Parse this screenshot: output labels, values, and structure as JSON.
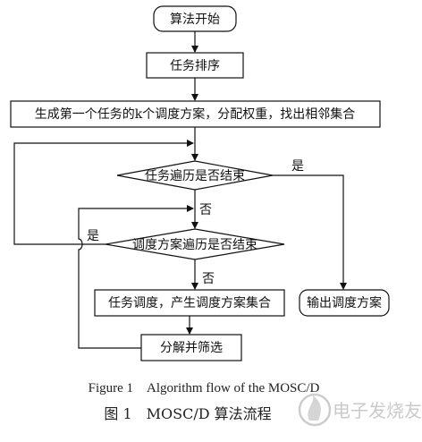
{
  "nodes": {
    "start": "算法开始",
    "sort": "任务排序",
    "generate": "生成第一个任务的k个调度方案，分配权重，找出相邻集合",
    "task_loop": "任务遍历是否结束",
    "scheme_loop": "调度方案遍历是否结束",
    "schedule": "任务调度，产生调度方案集合",
    "decompose": "分解并筛选",
    "output": "输出调度方案"
  },
  "edge_labels": {
    "task_yes": "是",
    "task_no": "否",
    "scheme_yes": "是",
    "scheme_no": "否"
  },
  "caption": {
    "en": "Figure 1　Algorithm flow of the MOSC/D",
    "zh": "图 1　MOSC/D 算法流程"
  },
  "watermark": {
    "brand": "电子发烧友",
    "icon": "flame-logo-icon"
  }
}
